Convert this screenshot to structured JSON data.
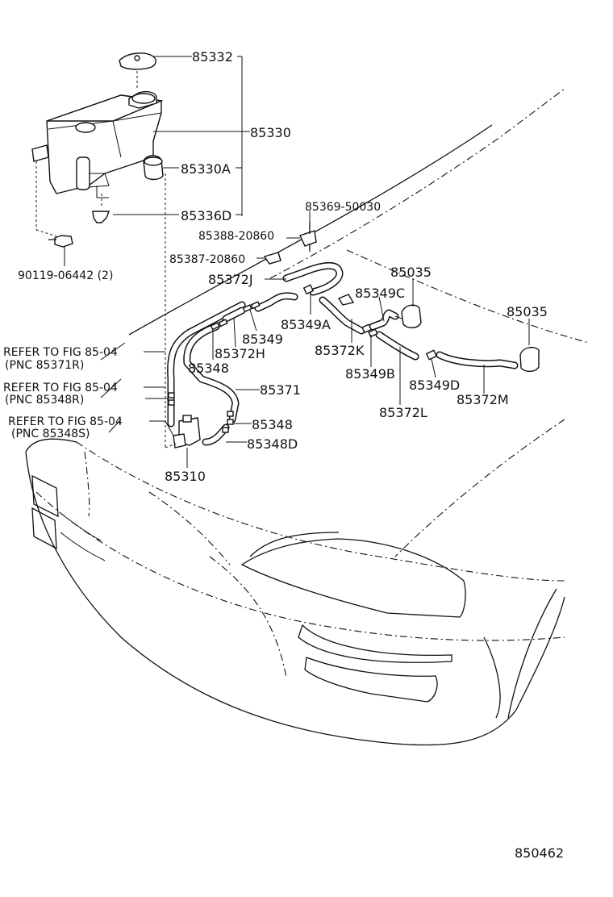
{
  "labels": {
    "p85332": "85332",
    "p85330": "85330",
    "p85330A": "85330A",
    "p85336D": "85336D",
    "p90119": "90119-06442 (2)",
    "p85369": "85369-50030",
    "p85388": "85388-20860",
    "p85387": "85387-20860",
    "p85372J": "85372J",
    "p85035_a": "85035",
    "p85035_b": "85035",
    "p85349C": "85349C",
    "p85349A": "85349A",
    "p85349": "85349",
    "p85372H": "85372H",
    "p85348_a": "85348",
    "p85372K": "85372K",
    "p85349B": "85349B",
    "p85349D": "85349D",
    "p85372M": "85372M",
    "p85371": "85371",
    "p85372L": "85372L",
    "p85348_b": "85348",
    "p85348D": "85348D",
    "p85310": "85310",
    "fig_ref": "850462"
  },
  "refer_notes": [
    {
      "line1": "REFER TO FIG 85-04",
      "line2": "(PNC 85371R)"
    },
    {
      "line1": "REFER TO FIG 85-04",
      "line2": "(PNC 85348R)"
    },
    {
      "line1": "REFER TO FIG 85-04",
      "line2": "(PNC 85348S)"
    }
  ]
}
